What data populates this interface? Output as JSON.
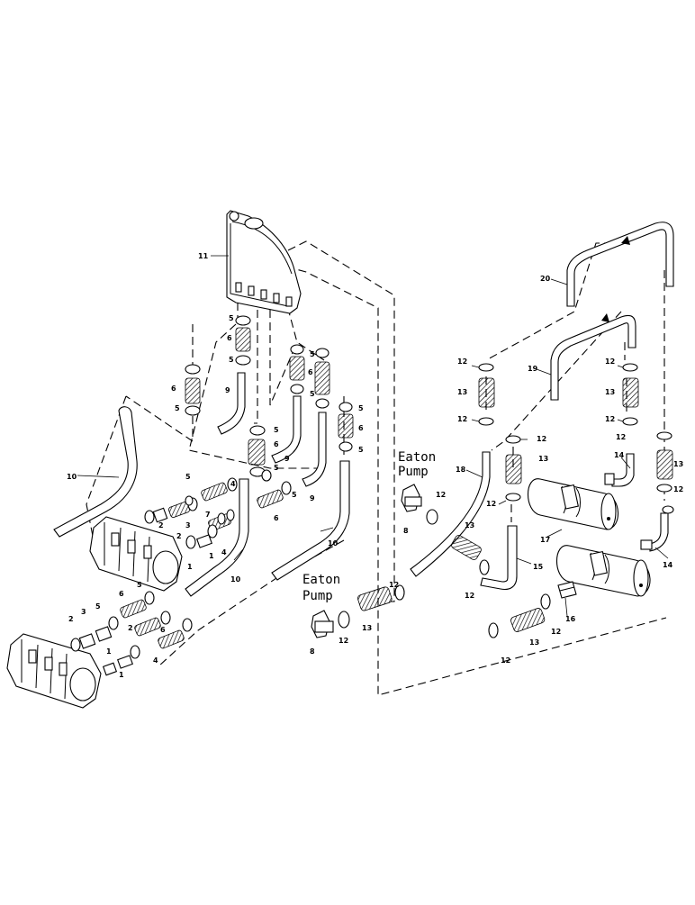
{
  "headings": {
    "eaton_pump_upper": [
      "Eaton",
      "Pump"
    ],
    "eaton_pump_lower": [
      "Eaton",
      "Pump"
    ]
  },
  "callouts": {
    "filter_head": "11",
    "tube_upper": "20",
    "tube_lower": "19",
    "tube_left_long": "10",
    "tube_center_long": "10",
    "tube_center_short": "10",
    "hose_right": "18",
    "tube_bend": "15",
    "elbow_left": "14",
    "elbow_right": "14",
    "filters": "17",
    "fitting_16": "16",
    "pump_fitting_upper": "8",
    "pump_fitting_lower": "8",
    "tube_9a": "9",
    "tube_9b": "9",
    "tube_9c": "9",
    "hose_13": "13",
    "oring_12": "12",
    "nut_5": "5",
    "hose_6": "6",
    "item_1": "1",
    "item_2": "2",
    "item_3": "3",
    "item_4": "4",
    "item_7": "7"
  },
  "colors": {
    "ink": "#000000",
    "paper": "#ffffff"
  }
}
